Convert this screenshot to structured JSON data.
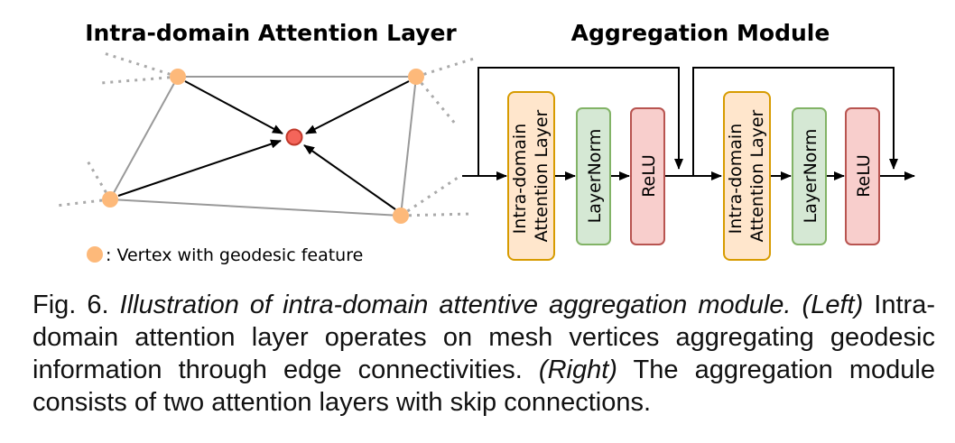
{
  "left_panel": {
    "title": "Intra-domain Attention Layer",
    "legend_label": ": Vertex with geodesic feature",
    "vertex_color": "#FDB97A",
    "center_color": "#F4655A"
  },
  "right_panel": {
    "title": "Aggregation Module",
    "blocks": [
      {
        "lines": [
          "Intra-domain",
          "Attention Layer"
        ],
        "fill": "#FFE6CC",
        "stroke": "#D79B00"
      },
      {
        "lines": [
          "LayerNorm"
        ],
        "fill": "#D5E8D4",
        "stroke": "#82B366"
      },
      {
        "lines": [
          "ReLU"
        ],
        "fill": "#F8CECC",
        "stroke": "#B85450"
      },
      {
        "lines": [
          "Intra-domain",
          "Attention Layer"
        ],
        "fill": "#FFE6CC",
        "stroke": "#D79B00"
      },
      {
        "lines": [
          "LayerNorm"
        ],
        "fill": "#D5E8D4",
        "stroke": "#82B366"
      },
      {
        "lines": [
          "ReLU"
        ],
        "fill": "#F8CECC",
        "stroke": "#B85450"
      }
    ]
  },
  "caption": {
    "label": "Fig. 6.",
    "title": "Illustration of intra-domain attentive aggregation module.",
    "left_tag": "(Left)",
    "left_text": "Intra-domain attention layer operates on mesh vertices aggregating geodesic information through edge connectivities.",
    "right_tag": "(Right)",
    "right_text": "The aggregation module consists of two attention layers with skip connections."
  }
}
